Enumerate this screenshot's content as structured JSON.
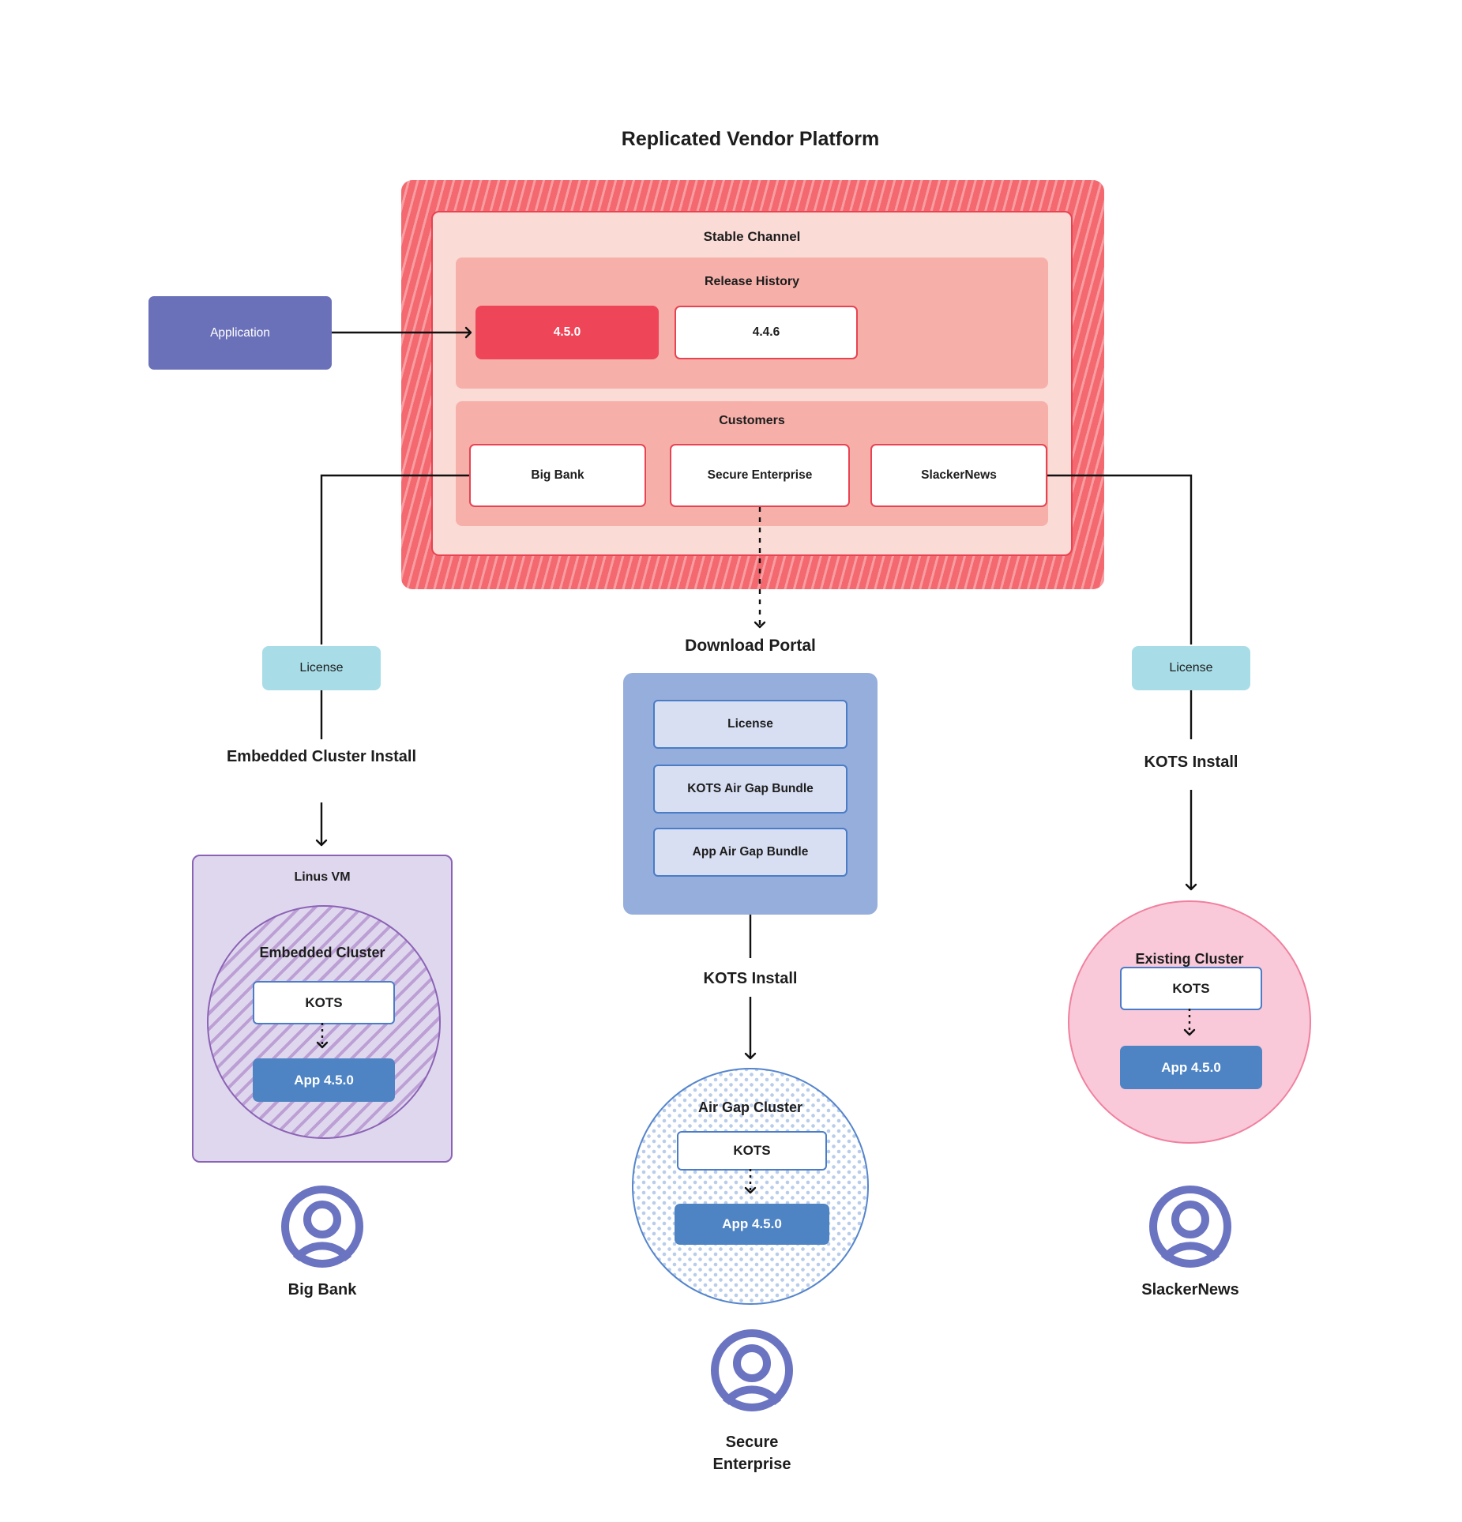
{
  "title": "Replicated Vendor Platform",
  "platform": {
    "stable_channel_label": "Stable Channel",
    "release_history": {
      "label": "Release History",
      "releases": [
        {
          "version": "4.5.0",
          "current": true
        },
        {
          "version": "4.4.6",
          "current": false
        }
      ]
    },
    "customers": {
      "label": "Customers",
      "items": [
        {
          "name": "Big Bank"
        },
        {
          "name": "Secure Enterprise"
        },
        {
          "name": "SlackerNews"
        }
      ]
    }
  },
  "application_label": "Application",
  "download_portal": {
    "label": "Download Portal",
    "items": [
      {
        "name": "License"
      },
      {
        "name": "KOTS Air Gap Bundle"
      },
      {
        "name": "App Air Gap Bundle"
      }
    ]
  },
  "flows": {
    "left": {
      "license": "License",
      "install_label": "Embedded Cluster Install",
      "vm_label": "Linus VM",
      "cluster_label": "Embedded Cluster",
      "kots": "KOTS",
      "app": "App 4.5.0",
      "persona": "Big Bank"
    },
    "center": {
      "install_label": "KOTS Install",
      "cluster_label": "Air Gap Cluster",
      "kots": "KOTS",
      "app": "App 4.5.0",
      "persona": "Secure Enterprise"
    },
    "right": {
      "license": "License",
      "install_label": "KOTS Install",
      "cluster_label": "Existing Cluster",
      "kots": "KOTS",
      "app": "App 4.5.0",
      "persona": "SlackerNews"
    }
  },
  "colors": {
    "stripe_red_dark": "#f3696f",
    "stripe_red_light": "#f89da1",
    "stable_bg": "#fbdbd6",
    "stable_border": "#e84352",
    "panel_salmon": "#f6b0a9",
    "release_highlight": "#ee4558",
    "application_purple": "#6b71b9",
    "license_teal": "#a8dde8",
    "portal_blue": "#96aedb",
    "portal_item_bg": "#d9dff3",
    "portal_item_border": "#4a7cc7",
    "vm_bg": "#dfd7ee",
    "vm_border": "#8b63b5",
    "vm_hatch": "#bc9fd4",
    "kots_border": "#4a7cc7",
    "app_blue": "#4e84c4",
    "pink_circle_bg": "#f9c9d9",
    "pink_circle_border": "#f0809f",
    "airgap_dot": "#b9cdeb",
    "airgap_border": "#5585cc",
    "persona_purple": "#6b74c1",
    "line_black": "#111111"
  }
}
